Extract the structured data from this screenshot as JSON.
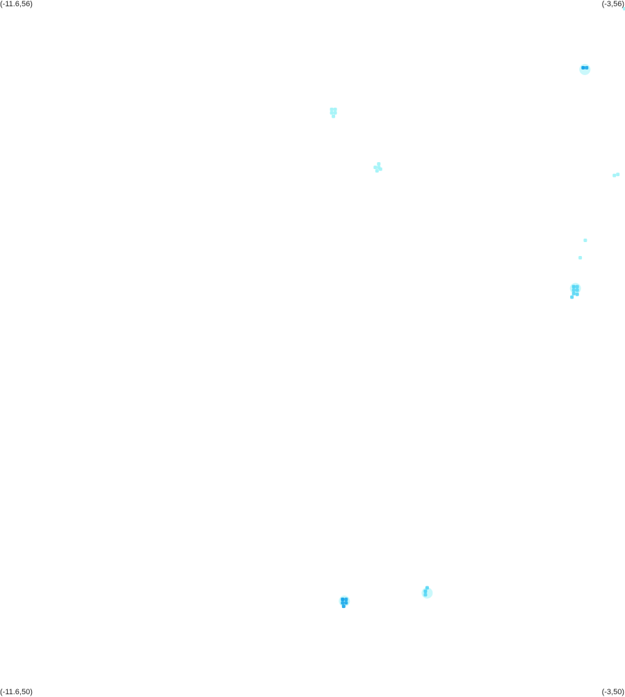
{
  "map": {
    "extent": {
      "lon_min": -11.6,
      "lon_max": -3,
      "lat_min": 50,
      "lat_max": 56
    },
    "corner_labels": {
      "top_left": "(-11.6,56)",
      "top_right": "(-3,56)",
      "bottom_left": "(-11.6,50)",
      "bottom_right": "(-3,50)"
    },
    "colors": {
      "background": "#ffffff",
      "light": "#9ff3f7",
      "medium": "#57d6f5",
      "dark": "#1aa7ea"
    },
    "patches": [
      {
        "name": "patch-north-west",
        "lon": -7.06,
        "lat": 55.07,
        "intensity": "light",
        "cells": [
          [
            0,
            0
          ],
          [
            1,
            0
          ],
          [
            0,
            1
          ],
          [
            1,
            1
          ],
          [
            0.5,
            2
          ]
        ]
      },
      {
        "name": "patch-west-central",
        "lon": -6.46,
        "lat": 54.57,
        "intensity": "light",
        "cells": [
          [
            0,
            0
          ],
          [
            1,
            0
          ],
          [
            1,
            -1
          ],
          [
            0.5,
            1
          ],
          [
            1.5,
            0.5
          ]
        ]
      },
      {
        "name": "patch-north-east-small",
        "lon": -3.6,
        "lat": 55.43,
        "intensity": "dark",
        "cells": [
          [
            0,
            0
          ],
          [
            1,
            0
          ]
        ]
      },
      {
        "name": "patch-north-east-corner",
        "lon": -3.03,
        "lat": 55.94,
        "intensity": "light",
        "cells": [
          [
            0,
            0
          ]
        ]
      },
      {
        "name": "patch-east-streak",
        "lon": -3.17,
        "lat": 54.5,
        "intensity": "light",
        "cells": [
          [
            0,
            0
          ],
          [
            1,
            -0.3
          ]
        ]
      },
      {
        "name": "patch-east-dot-a",
        "lon": -3.57,
        "lat": 53.94,
        "intensity": "light",
        "cells": [
          [
            0,
            0
          ]
        ]
      },
      {
        "name": "patch-east-dot-b",
        "lon": -3.64,
        "lat": 53.79,
        "intensity": "light",
        "cells": [
          [
            0,
            0
          ]
        ]
      },
      {
        "name": "patch-east-cluster",
        "lon": -3.73,
        "lat": 53.54,
        "intensity": "medium",
        "cells": [
          [
            0,
            0
          ],
          [
            1,
            0
          ],
          [
            0,
            1
          ],
          [
            1,
            1
          ],
          [
            0,
            2
          ],
          [
            -0.5,
            3
          ],
          [
            1,
            2.2
          ]
        ]
      },
      {
        "name": "patch-south-central",
        "lon": -6.91,
        "lat": 50.84,
        "intensity": "dark",
        "cells": [
          [
            0,
            0
          ],
          [
            1,
            0
          ],
          [
            0,
            1
          ],
          [
            1,
            1
          ],
          [
            0.3,
            2
          ]
        ]
      },
      {
        "name": "patch-south-east",
        "lon": -5.77,
        "lat": 50.91,
        "intensity": "medium",
        "cells": [
          [
            0,
            0
          ],
          [
            0.5,
            -1
          ],
          [
            0,
            1
          ]
        ]
      }
    ]
  }
}
